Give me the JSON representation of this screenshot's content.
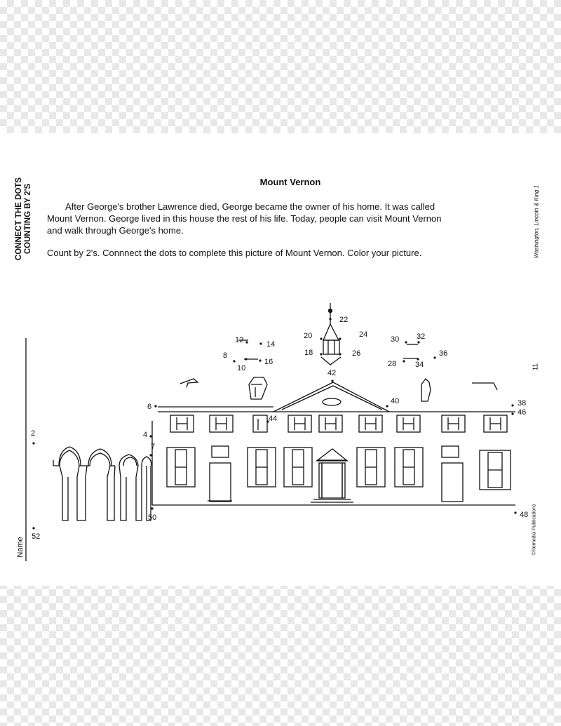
{
  "worksheet": {
    "side_heading_line1": "CONNECT THE DOTS",
    "side_heading_line2": "COUNTING BY 2'S",
    "series_label": "Washington, Lincoln & King 1",
    "title": "Mount Vernon",
    "paragraph_line1": "After George's brother Lawrence died, George became the owner of his home.  It was called",
    "paragraph_line2": "Mount Vernon.  George lived in this house the rest of his life. Today, people can visit Mount Vernon",
    "paragraph_line3": "and walk through George's home.",
    "instructions": "Count by 2's.  Connnect the dots to complete this picture of Mount Vernon.  Color your picture.",
    "name_label": "Name",
    "page_number": "11",
    "publisher": "©Remedia Publications"
  },
  "dots": [
    "2",
    "4",
    "6",
    "7",
    "8",
    "10",
    "12",
    "14",
    "16",
    "18",
    "20",
    "22",
    "24",
    "26",
    "28",
    "30",
    "32",
    "34",
    "36",
    "38",
    "40",
    "42",
    "44",
    "46",
    "48",
    "50",
    "52"
  ]
}
